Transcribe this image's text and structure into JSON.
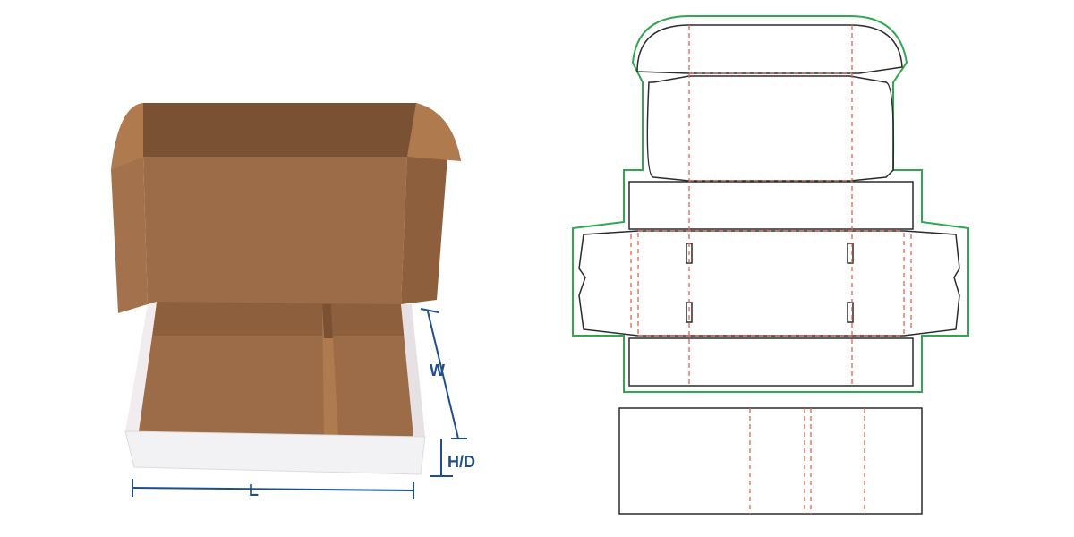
{
  "dimensions": {
    "width_label": "W",
    "height_label": "H/D",
    "length_label": "L"
  },
  "colors": {
    "dimension": "#1f4e8c",
    "cut_line": "#2b2b2b",
    "fold_line": "#e8604a",
    "bleed_line": "#2fa84f",
    "board_outer": "#9b6a45",
    "board_inner": "#a06c46",
    "board_dark": "#7a5233",
    "board_white": "#f2f2f4"
  },
  "icons": {
    "box": "open-mailer-box-illustration",
    "dieline": "mailer-box-dieline",
    "insert": "divider-insert-dieline"
  }
}
